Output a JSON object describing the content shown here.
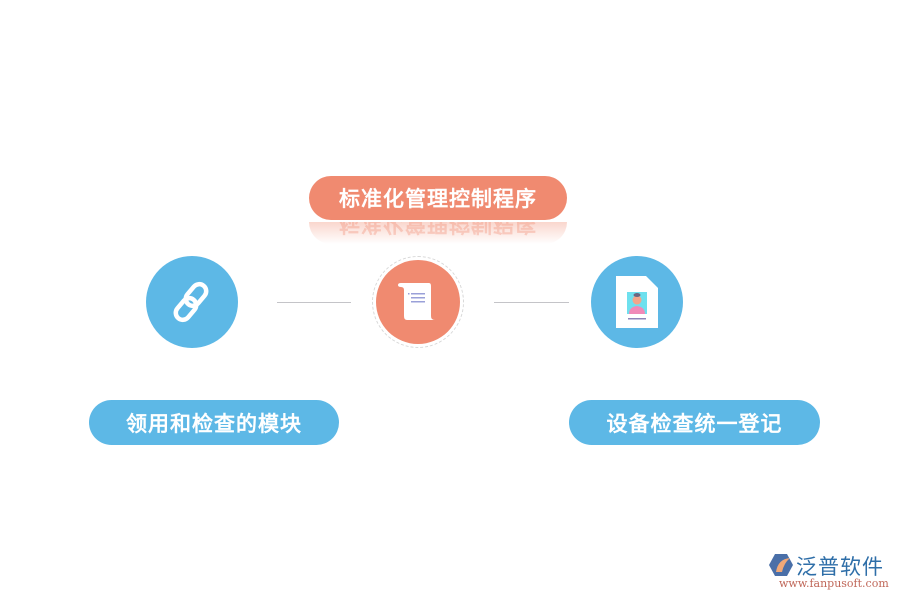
{
  "diagram": {
    "center": {
      "label": "标准化管理控制程序",
      "color": "#f08a70",
      "icon": "scroll-document-icon"
    },
    "left": {
      "label": "领用和检查的模块",
      "color": "#5db8e6",
      "icon": "chain-link-icon"
    },
    "right": {
      "label": "设备检查统一登记",
      "color": "#5db8e6",
      "icon": "id-card-document-icon"
    },
    "connector_color": "#c4c4c8"
  },
  "branding": {
    "name": "泛普软件",
    "url": "www.fanpusoft.com"
  }
}
